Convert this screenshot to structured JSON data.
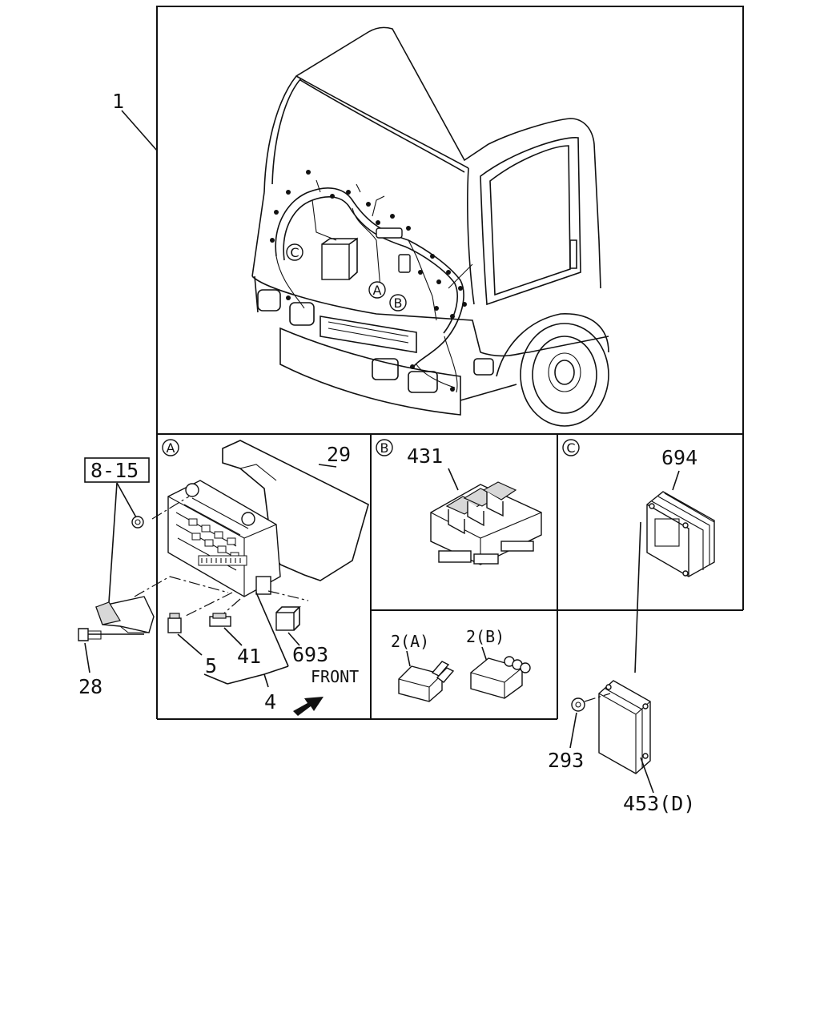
{
  "labels": {
    "harness": "1",
    "callout_a": "A",
    "callout_b": "B",
    "callout_c": "C",
    "ref_8_15": "8-15",
    "bolt": "28",
    "cover": "29",
    "fuse_a": "5",
    "fuse_b": "41",
    "fuse_group": "4",
    "relay_small": "693",
    "front": "FRONT",
    "relay_block": "431",
    "relay_2a": "2(A)",
    "relay_2b": "2(B)",
    "controller": "694",
    "nut": "293",
    "ecu": "453(D)"
  },
  "colors": {
    "line": "#111111",
    "background": "#ffffff",
    "shade": "#d8d8d8"
  }
}
